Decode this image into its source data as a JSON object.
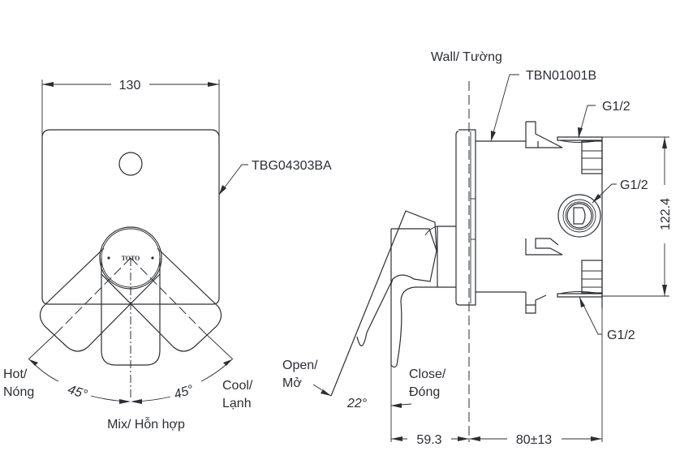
{
  "front_view": {
    "width_dimension": "130",
    "part_number": "TBG04303BA",
    "brand_logo": "TOTO",
    "hot_label_line1": "Hot/",
    "hot_label_line2": "Nóng",
    "cool_label_line1": "Cool/",
    "cool_label_line2": "Lạnh",
    "mix_label": "Mix/ Hỗn hợp",
    "left_angle": "45°",
    "right_angle": "45°"
  },
  "side_view": {
    "wall_label": "Wall/ Tường",
    "body_part_number": "TBN01001B",
    "top_connection": "G1/2",
    "middle_connection": "G1/2",
    "bottom_connection": "G1/2",
    "height_dimension": "122.4",
    "open_label_line1": "Open/",
    "open_label_line2": "Mở",
    "close_label_line1": "Close/",
    "close_label_line2": "Đóng",
    "handle_angle": "22°",
    "handle_depth_dimension": "59.3",
    "body_depth_dimension": "80±13"
  },
  "colors": {
    "line": "#2b2e33",
    "background": "#ffffff"
  }
}
